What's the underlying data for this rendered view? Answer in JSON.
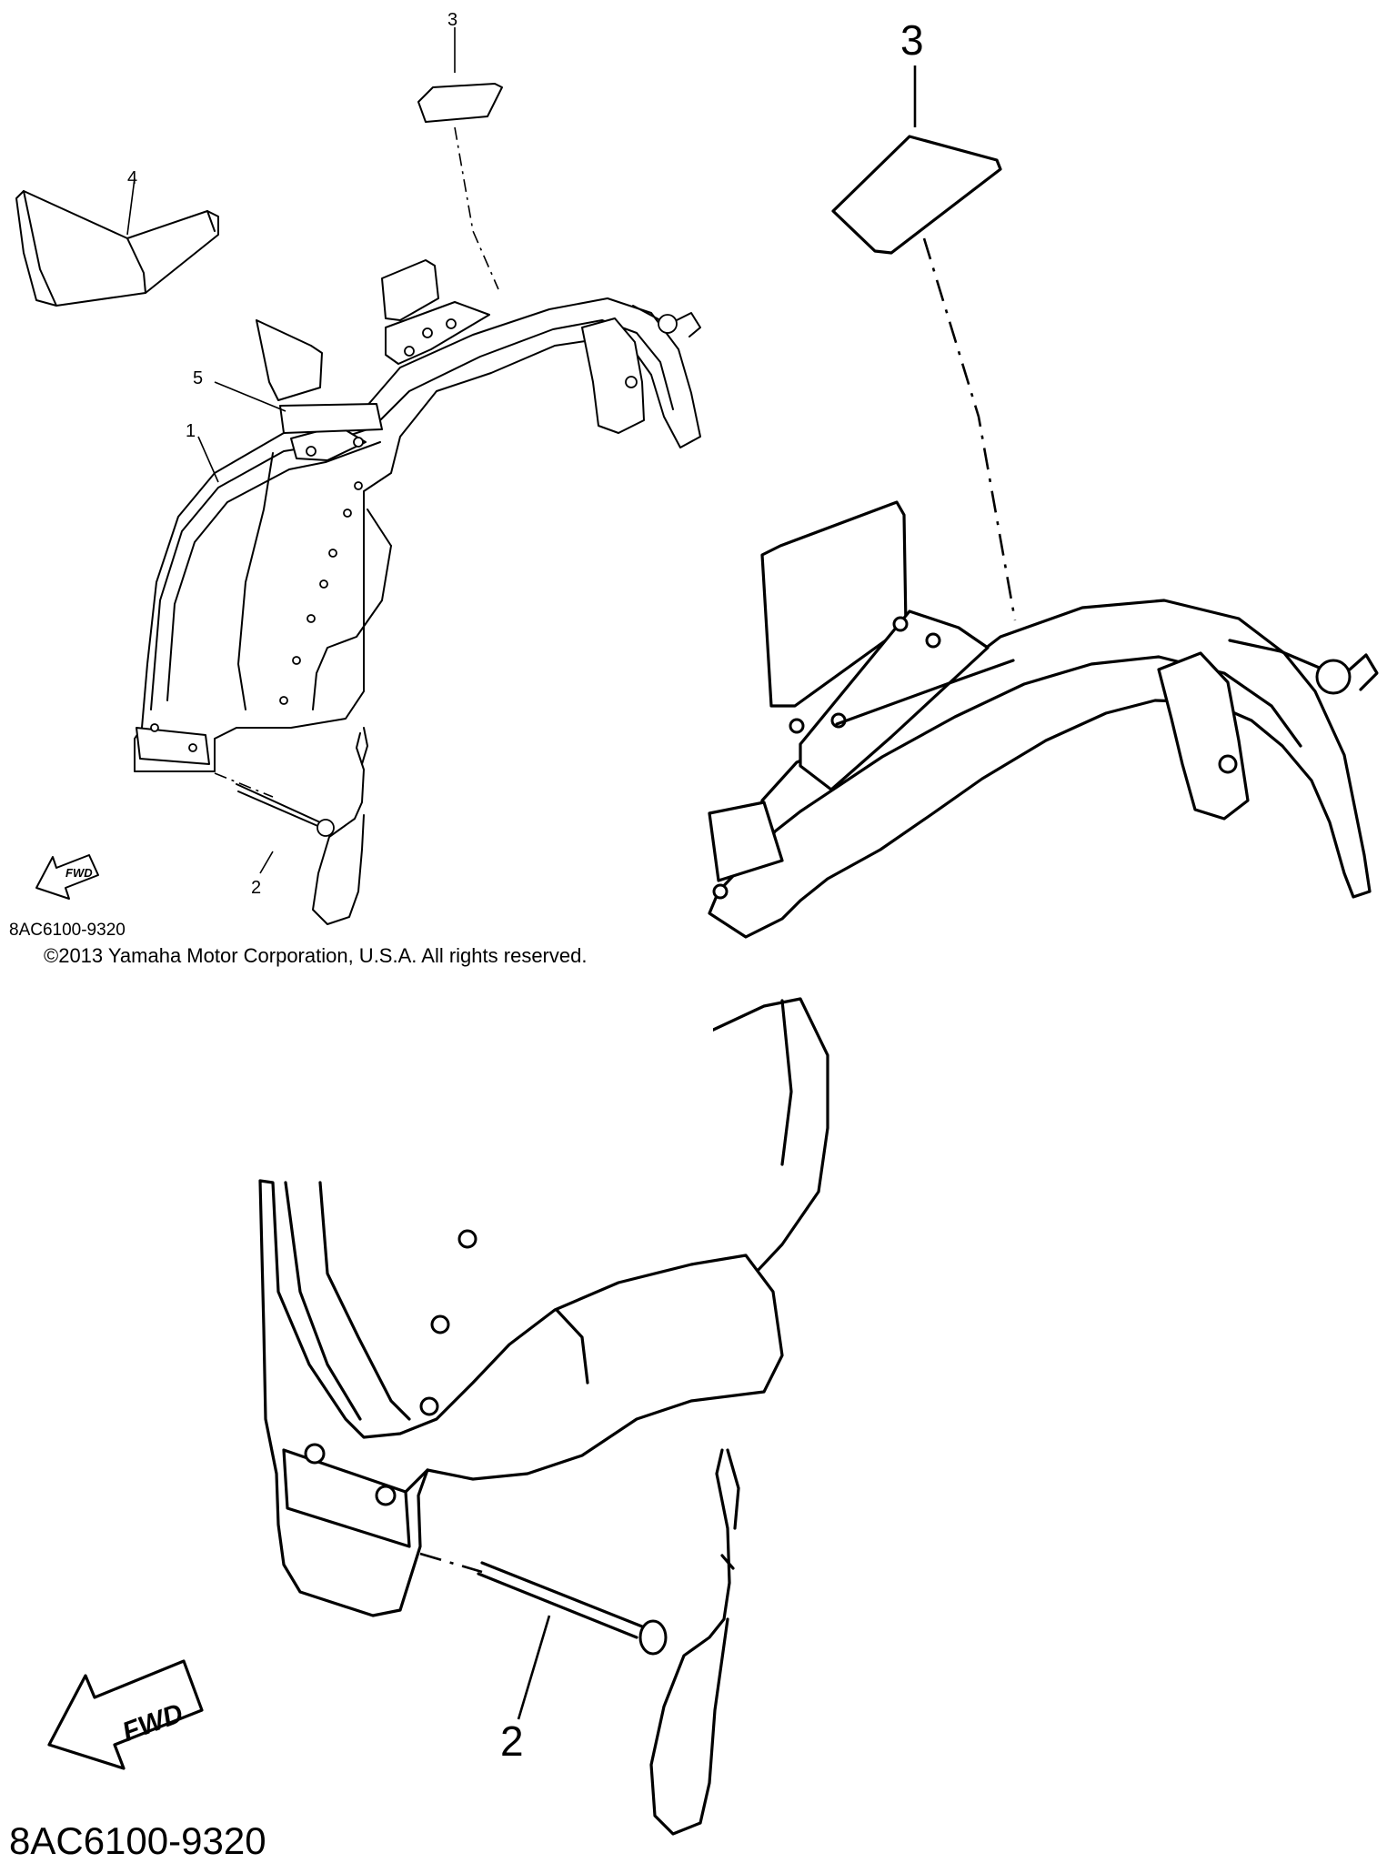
{
  "callouts_small": [
    {
      "id": "part-1",
      "label": "1"
    },
    {
      "id": "part-2",
      "label": "2"
    },
    {
      "id": "part-3",
      "label": "3"
    },
    {
      "id": "part-4",
      "label": "4"
    },
    {
      "id": "part-5",
      "label": "5"
    }
  ],
  "callouts_large": [
    {
      "id": "part-2",
      "label": "2"
    },
    {
      "id": "part-3",
      "label": "3"
    }
  ],
  "fwd_label": "FWD",
  "diagram_code": "8AC6100-9320",
  "copyright": "©2013 Yamaha Motor Corporation, U.S.A. All rights reserved."
}
